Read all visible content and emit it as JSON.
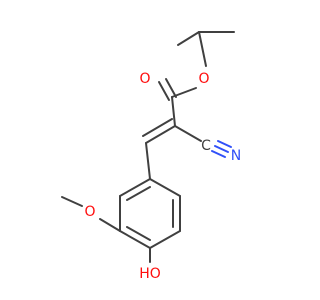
{
  "molecule": {
    "atoms": {
      "carbonyl_oxygen": "O",
      "ester_oxygen": "O",
      "nitrile_carbon": "C",
      "nitrile_nitrogen": "N",
      "methoxy_oxygen": "O",
      "hydroxyl": "HO"
    },
    "colors": {
      "bond": "#404040",
      "oxygen": "#ff0d0d",
      "nitrogen": "#3050f8",
      "background": "#ffffff"
    }
  }
}
